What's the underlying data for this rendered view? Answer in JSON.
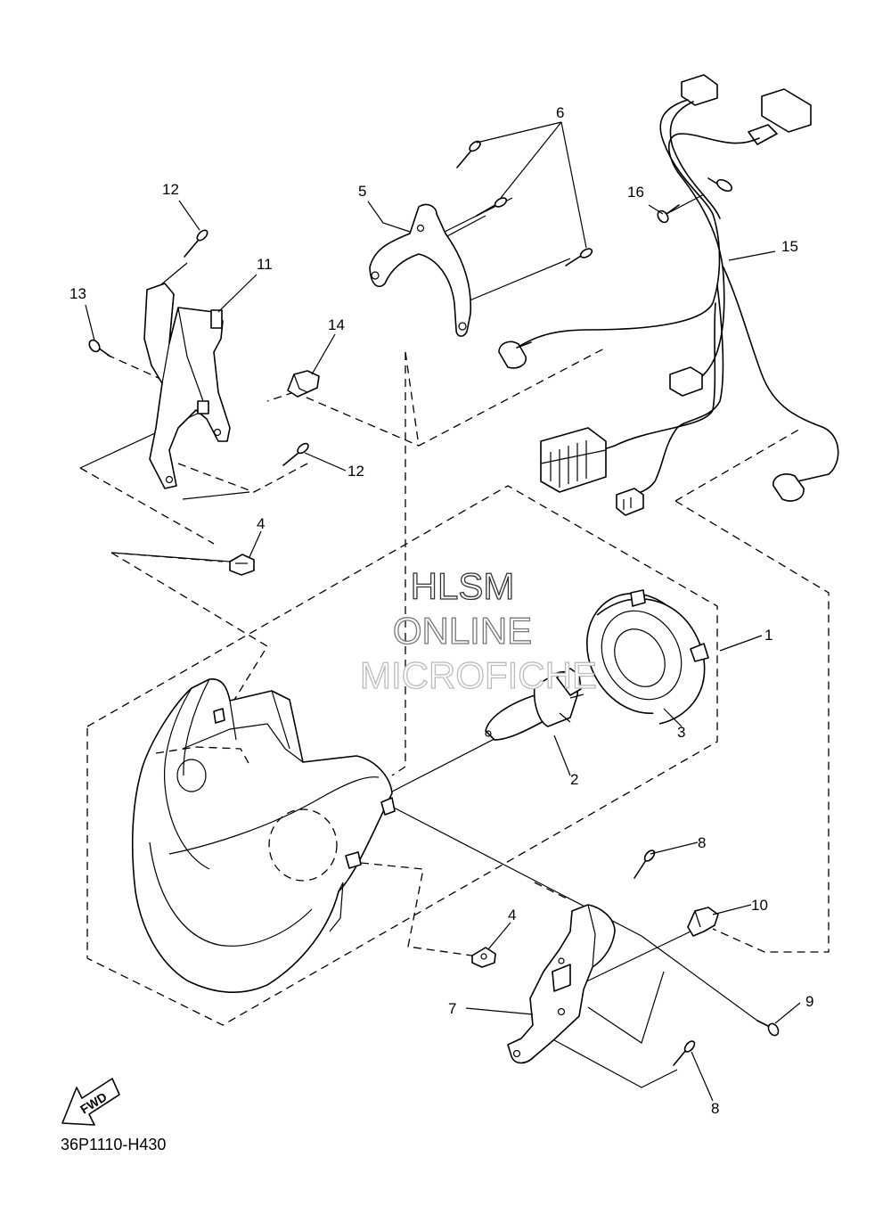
{
  "diagram_code": "36P1110-H430",
  "watermark": {
    "line1": "HLSM",
    "line2": "ONLINE",
    "line3": "MICROFICHE"
  },
  "fwd_label": "FWD",
  "callouts": {
    "c1": "1",
    "c2": "2",
    "c3": "3",
    "c4a": "4",
    "c4b": "4",
    "c5": "5",
    "c6": "6",
    "c7": "7",
    "c8a": "8",
    "c8b": "8",
    "c9": "9",
    "c10": "10",
    "c11": "11",
    "c12a": "12",
    "c12b": "12",
    "c13": "13",
    "c14": "14",
    "c15": "15",
    "c16": "16"
  }
}
